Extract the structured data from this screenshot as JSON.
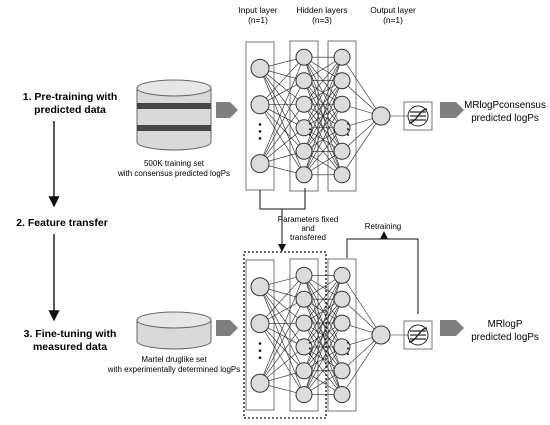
{
  "stages": {
    "pretraining_line1": "1. Pre-training with",
    "pretraining_line2": "predicted data",
    "feature_transfer": "2. Feature transfer",
    "finetuning_line1": "3. Fine-tuning with",
    "finetuning_line2": "measured data"
  },
  "headers": {
    "input": "Input layer",
    "input_n": "(n=1)",
    "hidden": "Hidden layers",
    "hidden_n": "(n=3)",
    "output": "Output layer",
    "output_n": "(n=1)"
  },
  "top_dataset": {
    "line1": "500K training set",
    "line2": "with consensus predicted logPs"
  },
  "bottom_dataset": {
    "line1": "Martel druglike set",
    "line2": "with experimentally determined logPs"
  },
  "transfer_note": {
    "line1": "Parameters fixed",
    "line2": "and",
    "line3": "transfered"
  },
  "retraining": "Retraining",
  "top_output": {
    "line1": "MRlogPconsensus",
    "line2": "predicted logPs"
  },
  "bottom_output": {
    "line1": "MRlogP",
    "line2": "predicted logPs"
  },
  "colors": {
    "node_fill": "#dcdcdc",
    "node_stroke": "#333333",
    "db_body": "#d9d9d9",
    "db_band": "#444444",
    "arrow_fill": "#7f7f7f"
  }
}
